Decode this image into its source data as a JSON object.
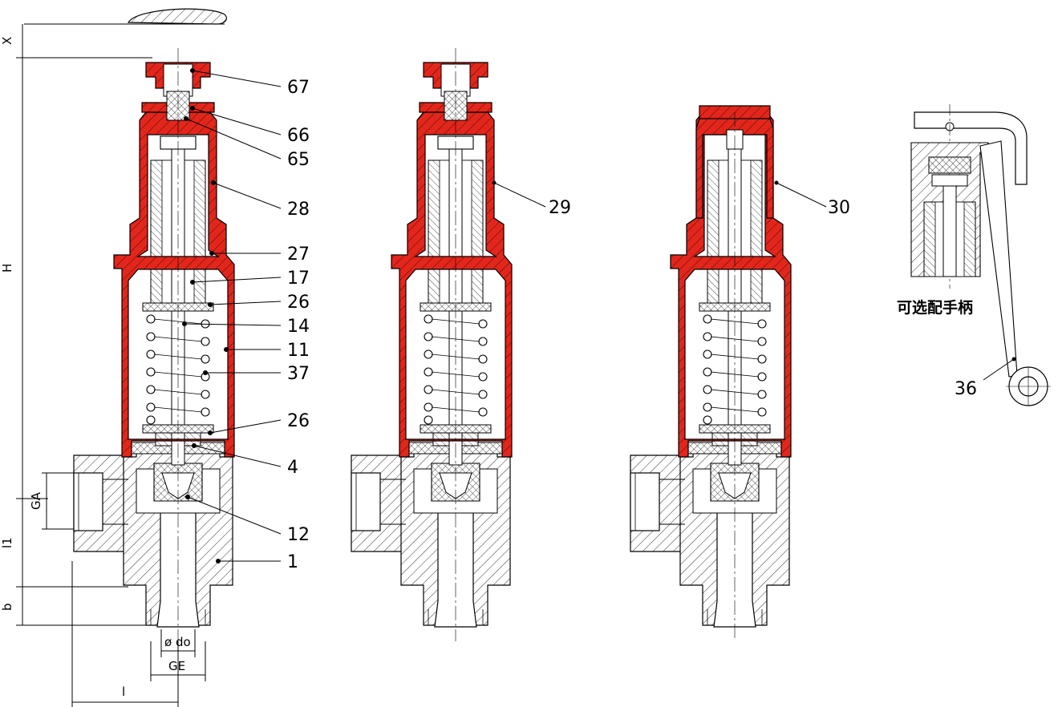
{
  "colors": {
    "cap_red": "#e3261b",
    "line": "#000000",
    "background": "#ffffff"
  },
  "dimensions": {
    "x": "X",
    "h": "H",
    "ga": "GA",
    "l1": "l1",
    "b": "b",
    "do": "ø do",
    "ge": "GE",
    "l": "l"
  },
  "callouts": {
    "v1": [
      "67",
      "66",
      "65",
      "28",
      "27",
      "17",
      "26",
      "14",
      "11",
      "37",
      "26",
      "4",
      "12",
      "1"
    ],
    "v2": "29",
    "v3": "30",
    "handle": "36"
  },
  "handle_caption": "可选配手柄"
}
